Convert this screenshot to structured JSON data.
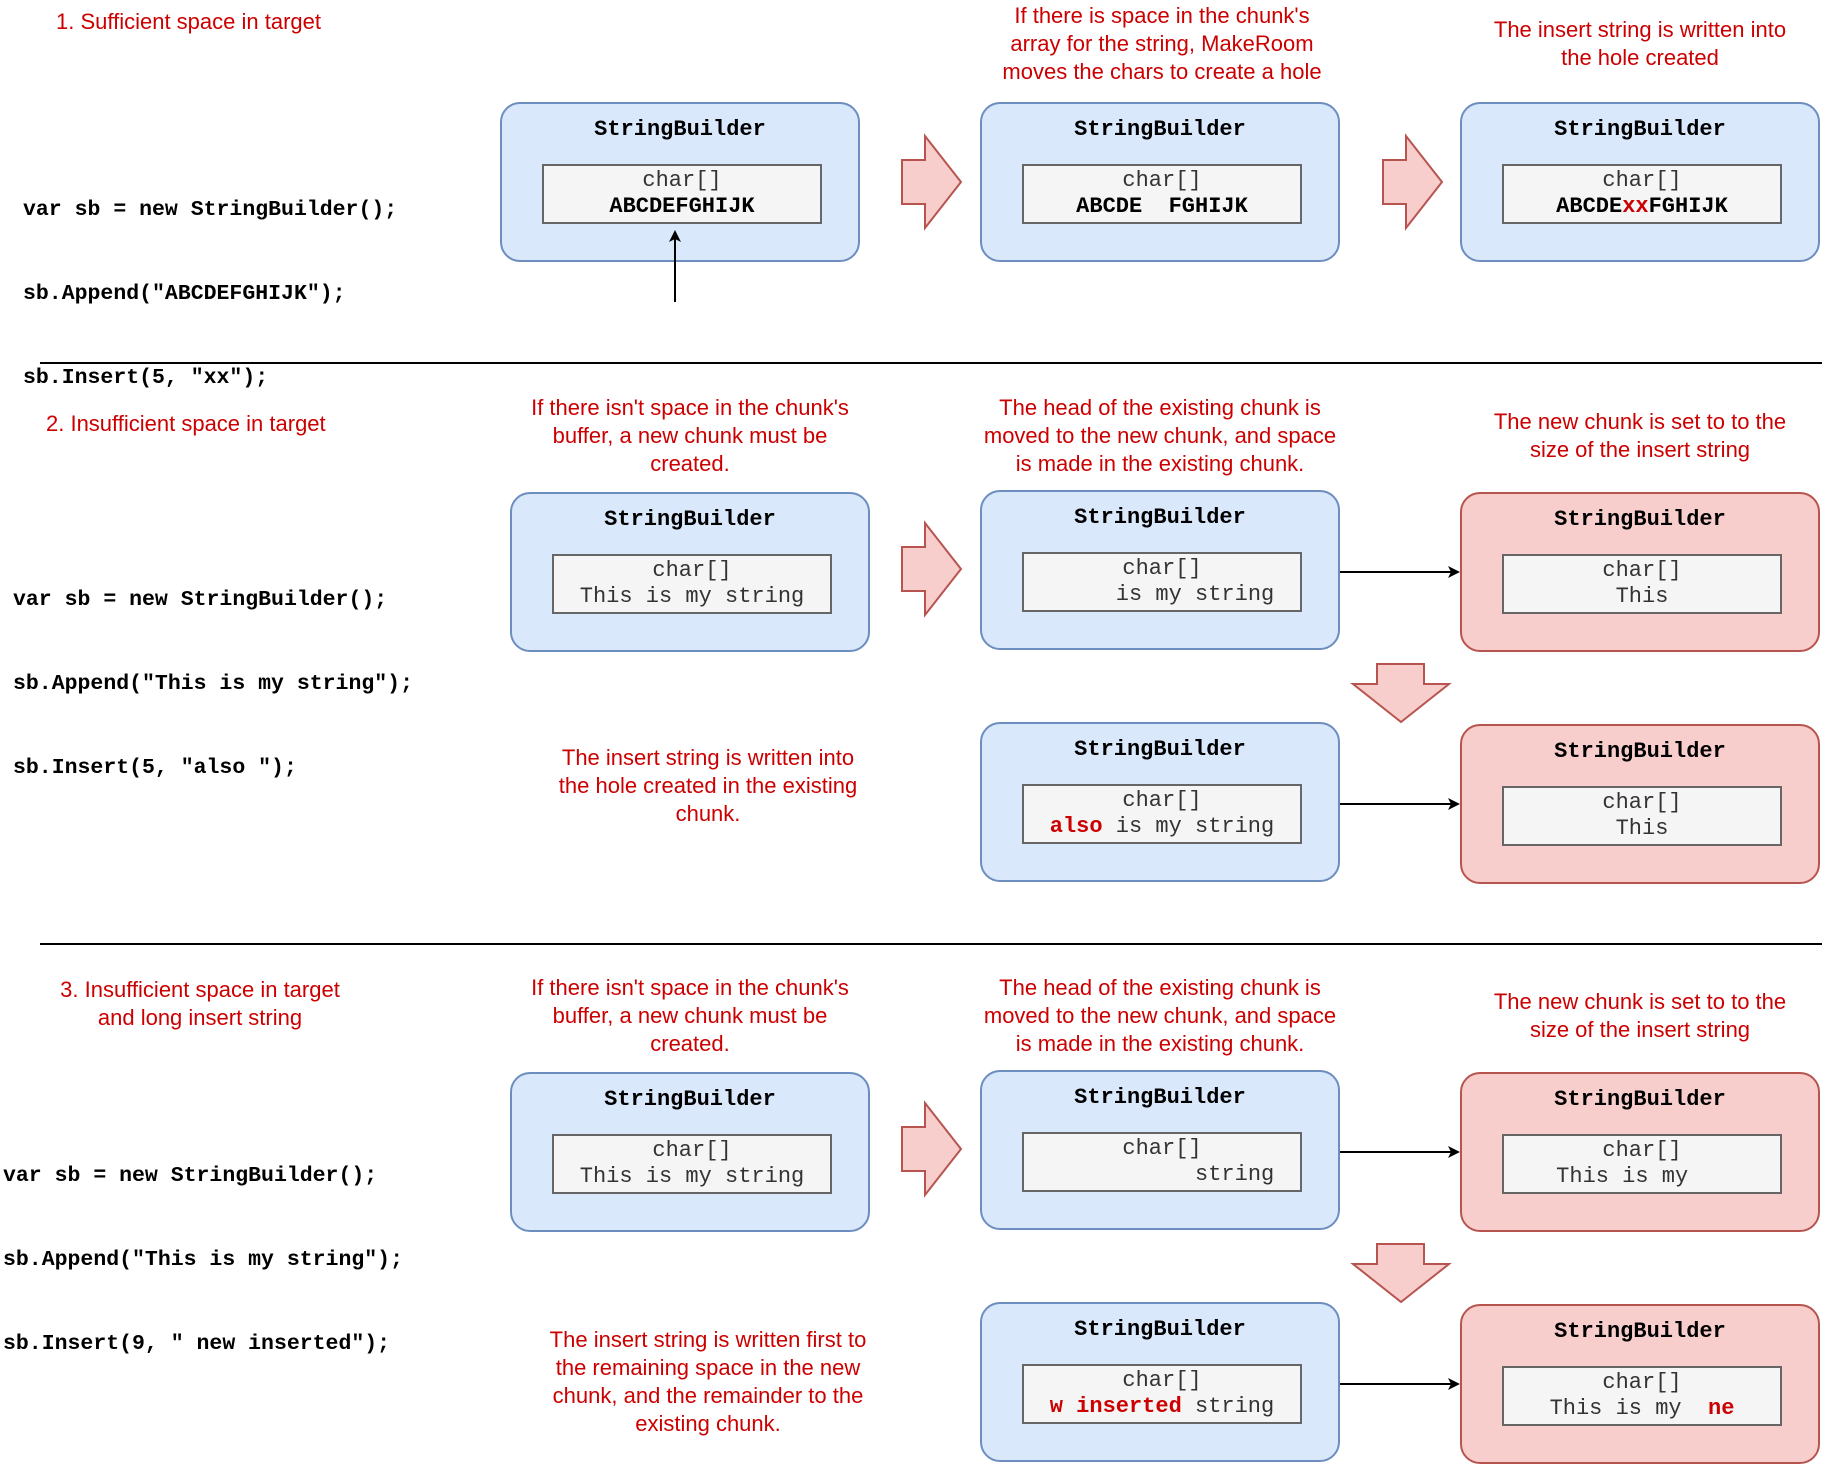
{
  "sections": [
    {
      "heading": [
        "1. Sufficient space in target"
      ],
      "code": [
        "var sb = new StringBuilder();",
        "sb.Append(\"ABCDEFGHIJK\");",
        "sb.Insert(5, \"xx\");"
      ]
    },
    {
      "heading": [
        "2. Insufficient space in target"
      ],
      "code": [
        "var sb = new StringBuilder();",
        "sb.Append(\"This is my string\");",
        "sb.Insert(5, \"also \");"
      ]
    },
    {
      "heading": [
        "3. Insufficient space in target",
        "and long insert string"
      ],
      "code": [
        "var sb = new StringBuilder();",
        "sb.Append(\"This is my string\");",
        "sb.Insert(9, \" new inserted\");"
      ]
    }
  ],
  "annotations": {
    "s1_makeroom": [
      "If there is space in the chunk's",
      "array for the string, MakeRoom",
      "moves the chars to create a hole"
    ],
    "s1_written": [
      "The insert string is written into",
      "the hole created"
    ],
    "s2_new_chunk": [
      "If there isn't space in the chunk's",
      "buffer, a new chunk must be",
      "created."
    ],
    "s2_head_moved": [
      "The head of the existing chunk is",
      "moved to the new chunk, and space",
      "is made in the existing chunk."
    ],
    "s2_sized": [
      "The new chunk is set to to the",
      "size of the insert string"
    ],
    "s2_written": [
      "The insert string is written into",
      "the hole created in the existing",
      "chunk."
    ],
    "s3_new_chunk": [
      "If there isn't space in the chunk's",
      "buffer, a new chunk must be",
      "created."
    ],
    "s3_head_moved": [
      "The head of the existing chunk is",
      "moved to the new chunk, and space",
      "is made in the existing chunk."
    ],
    "s3_sized": [
      "The new chunk is set to to the",
      "size of the insert string"
    ],
    "s3_written": [
      "The insert string is written first to",
      "the remaining space in the new",
      "chunk, and the remainder to the",
      "existing chunk."
    ]
  },
  "box_title": "StringBuilder",
  "array_type": "char[]",
  "boxes": [
    {
      "color": "blue",
      "value": [
        {
          "t": "ABCDEFGHIJK"
        }
      ]
    },
    {
      "color": "blue",
      "value": [
        {
          "t": "ABCDE  FGHIJK"
        }
      ]
    },
    {
      "color": "blue",
      "value": [
        {
          "t": "ABCDE"
        },
        {
          "t": "xx",
          "hl": true
        },
        {
          "t": "FGHIJK"
        }
      ]
    },
    {
      "color": "blue",
      "plain": true,
      "value": [
        {
          "t": "This is my string"
        }
      ]
    },
    {
      "color": "blue",
      "plain": true,
      "value": [
        {
          "t": "     is my string"
        }
      ]
    },
    {
      "color": "red",
      "plain": true,
      "value": [
        {
          "t": "This"
        }
      ]
    },
    {
      "color": "blue",
      "plain": true,
      "value": [
        {
          "t": "also",
          "hl": true
        },
        {
          "t": " is my string"
        }
      ]
    },
    {
      "color": "red",
      "plain": true,
      "value": [
        {
          "t": "This"
        }
      ]
    },
    {
      "color": "blue",
      "plain": true,
      "value": [
        {
          "t": "This is my string"
        }
      ]
    },
    {
      "color": "blue",
      "plain": true,
      "value": [
        {
          "t": "           string"
        }
      ]
    },
    {
      "color": "red",
      "plain": true,
      "value": [
        {
          "t": "This is my   "
        }
      ]
    },
    {
      "color": "blue",
      "plain": true,
      "value": [
        {
          "t": "w inserted",
          "hl": true
        },
        {
          "t": " string"
        }
      ]
    },
    {
      "color": "red",
      "plain": true,
      "value": [
        {
          "t": "This is my  "
        },
        {
          "t": "ne",
          "hl": true
        }
      ]
    }
  ],
  "colors": {
    "annotation_text": "#cc0000",
    "chunk_fill": "#dae8fc",
    "chunk_border": "#6c8ebf",
    "new_chunk_fill": "#f8cecc",
    "new_chunk_border": "#b85450",
    "array_fill": "#f5f5f5",
    "array_border": "#666666",
    "highlight_text": "#cc0000",
    "step_arrow_fill": "#f8cecc"
  }
}
